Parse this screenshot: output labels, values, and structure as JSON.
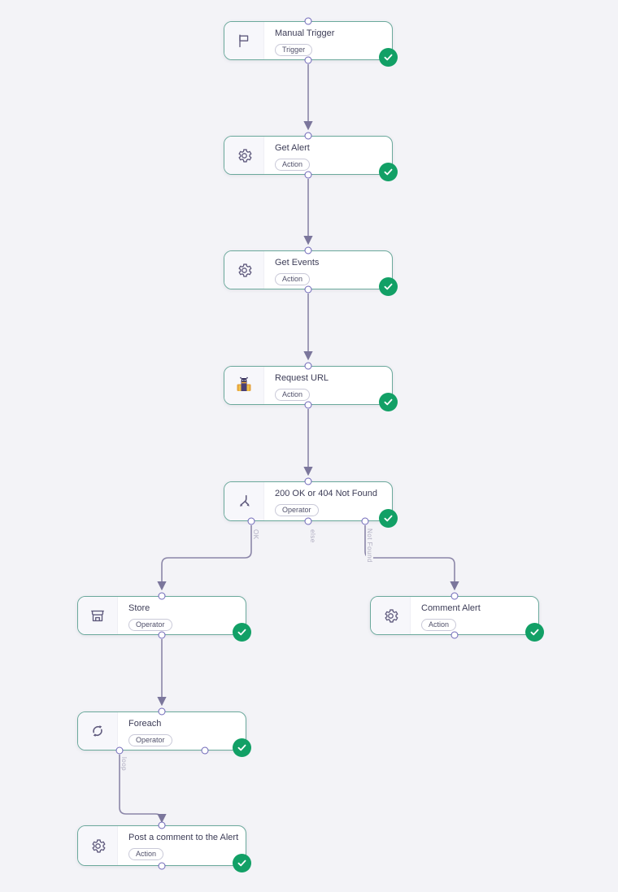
{
  "canvas": {
    "type": "workflow-editor",
    "colors": {
      "background": "#f3f3f7",
      "node_border": "#6BA99C",
      "node_icon_bg": "#f7f7fb",
      "icon_color": "#5F5A7D",
      "edge_color": "#8B86A8",
      "port_border": "#6E67B8",
      "success_badge": "#12A066",
      "title_text": "#3D3D57",
      "badge_text": "#50506A",
      "edge_label_text": "#AEACC0"
    }
  },
  "nodes": [
    {
      "title": "Manual Trigger",
      "badge": "Trigger",
      "icon": "flag-icon",
      "status": "success"
    },
    {
      "title": "Get Alert",
      "badge": "Action",
      "icon": "gear-icon",
      "status": "success"
    },
    {
      "title": "Get Events",
      "badge": "Action",
      "icon": "gear-icon",
      "status": "success"
    },
    {
      "title": "Request URL",
      "badge": "Action",
      "icon": "llama-icon",
      "status": "success"
    },
    {
      "title": "200 OK or 404 Not Found",
      "badge": "Operator",
      "icon": "split-icon",
      "status": "success"
    },
    {
      "title": "Store",
      "badge": "Operator",
      "icon": "store-icon",
      "status": "success"
    },
    {
      "title": "Comment Alert",
      "badge": "Action",
      "icon": "gear-icon",
      "status": "success"
    },
    {
      "title": "Foreach",
      "badge": "Operator",
      "icon": "loop-icon",
      "status": "success"
    },
    {
      "title": "Post a comment to the Alert",
      "badge": "Action",
      "icon": "gear-icon",
      "status": "success"
    }
  ],
  "edge_labels": {
    "ok": "OK",
    "else": "else",
    "not_found": "Not Found",
    "loop": "loop"
  }
}
